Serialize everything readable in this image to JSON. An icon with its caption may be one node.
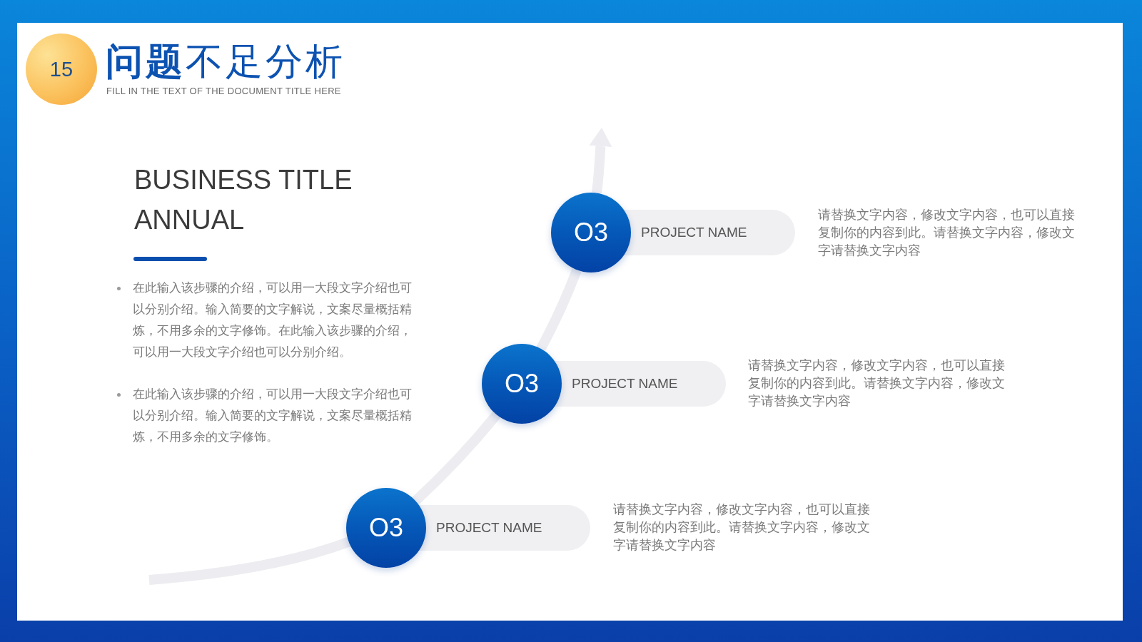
{
  "diagram": {
    "title": "**问题**不足分析",
    "nodes": [
      {
        "text": [
          "15"
        ]
      },
      {
        "text": [
          "O3"
        ]
      },
      {
        "text": [
          "PROJECT NAME"
        ],
        "beside": [
          "请替换文字内容，修改文字内容，也可以直接复制你的内容到此。请替换文字内容，修改文字请替换文字内容"
        ]
      },
      {
        "text": [
          "O3"
        ]
      },
      {
        "text": [
          "PROJECT NAME"
        ],
        "beside": [
          "请替换文字内容，修改文字内容，也可以直接复制你的内容到此。请替换文字内容，修改文字请替换文字内容"
        ]
      },
      {
        "text": [
          "O3"
        ]
      },
      {
        "text": [
          "PROJECT NAME"
        ],
        "beside": [
          "请替换文字内容，修改文字内容，也可以直接复制你的内容到此。请替换文字内容，修改文字请替换文字内容"
        ]
      }
    ],
    "edges": [
      {
        "from": null,
        "to": 5,
        "arrow": "none"
      },
      {
        "from": 5,
        "to": 3,
        "arrow": "none"
      },
      {
        "from": 3,
        "to": 1,
        "arrow": "none"
      },
      {
        "from": 1,
        "to": null,
        "arrow": "to"
      }
    ],
    "labels": [
      "FILL IN THE TEXT OF THE DOCUMENT TITLE HERE",
      "BUSINESS TITLE ANNUAL",
      "在此输入该步骤的介绍，可以用一大段文字介绍也可以分别介绍。输入简要的文字解说，文案尽量概括精炼，不用多余的文字修饰。在此输入该步骤的介绍，可以用一大段文字介绍也可以分别介绍。",
      "在此输入该步骤的介绍，可以用一大段文字介绍也可以分别介绍。输入简要的文字解说，文案尽量概括精炼，不用多余的文字修饰。"
    ]
  }
}
